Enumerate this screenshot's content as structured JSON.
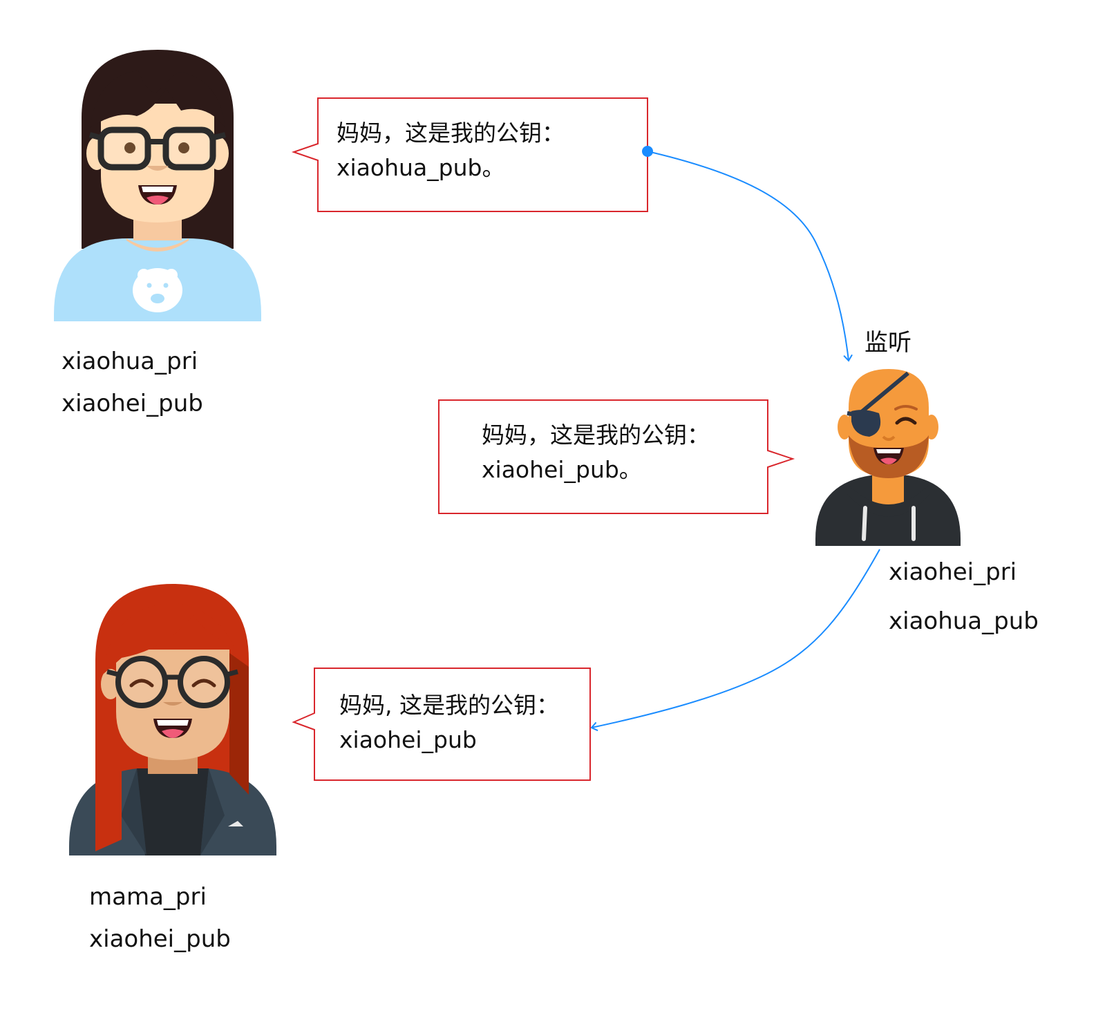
{
  "xiaohua": {
    "keys": [
      "xiaohua_pri",
      "xiaohei_pub"
    ]
  },
  "xiaohei": {
    "tag": "监听",
    "keys": [
      "xiaohei_pri",
      "xiaohua_pub"
    ]
  },
  "mama": {
    "keys": [
      "mama_pri",
      "xiaohei_pub"
    ]
  },
  "bubbles": [
    {
      "line1": "妈妈，这是我的公钥：",
      "line2": "xiaohua_pub。"
    },
    {
      "line1": "妈妈，这是我的公钥：",
      "line2": "xiaohei_pub。"
    },
    {
      "line1": "妈妈, 这是我的公钥：",
      "line2": "xiaohei_pub"
    }
  ],
  "colors": {
    "bubble_border": "#d9262c",
    "arrow": "#1a8cff"
  },
  "icons": [
    "girl-avatar-icon",
    "eyepatch-man-avatar-icon",
    "red-hair-woman-avatar-icon"
  ]
}
